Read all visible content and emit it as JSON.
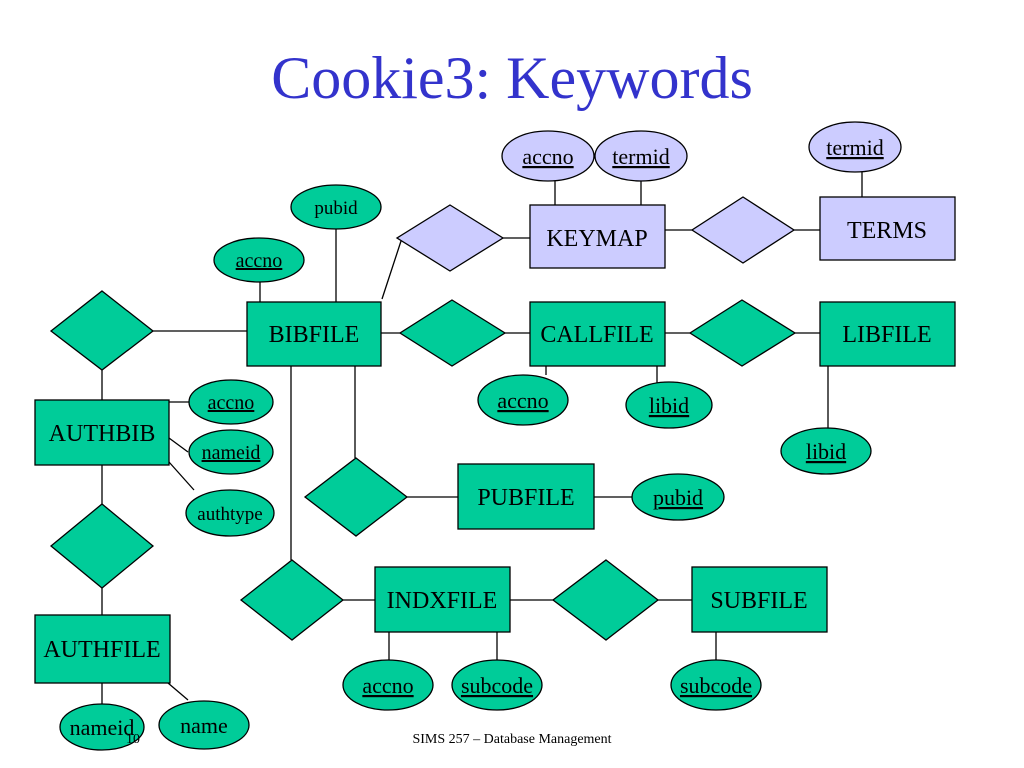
{
  "slide": {
    "title": "Cookie3: Keywords",
    "footer": "SIMS 257 – Database Management",
    "number": "10"
  },
  "colors": {
    "title": "#3333cc",
    "entity_fill": "#00cc99",
    "keyword_fill": "#ccccff",
    "stroke": "#000000"
  },
  "entities": {
    "bibfile": "BIBFILE",
    "callfile": "CALLFILE",
    "libfile": "LIBFILE",
    "keymap": "KEYMAP",
    "terms": "TERMS",
    "authbib": "AUTHBIB",
    "authfile": "AUTHFILE",
    "pubfile": "PUBFILE",
    "indxfile": "INDXFILE",
    "subfile": "SUBFILE"
  },
  "attributes": {
    "keymap_accno": "accno",
    "keymap_termid": "termid",
    "terms_termid": "termid",
    "bibfile_pubid": "pubid",
    "bibfile_accno": "accno",
    "authbib_accno": "accno",
    "authbib_nameid": "nameid",
    "authbib_authtype": "authtype",
    "callfile_accno": "accno",
    "callfile_libid": "libid",
    "libfile_libid": "libid",
    "pubfile_pubid": "pubid",
    "indxfile_accno": "accno",
    "indxfile_subcode": "subcode",
    "subfile_subcode": "subcode",
    "authfile_nameid": "nameid",
    "authfile_name": "name"
  }
}
